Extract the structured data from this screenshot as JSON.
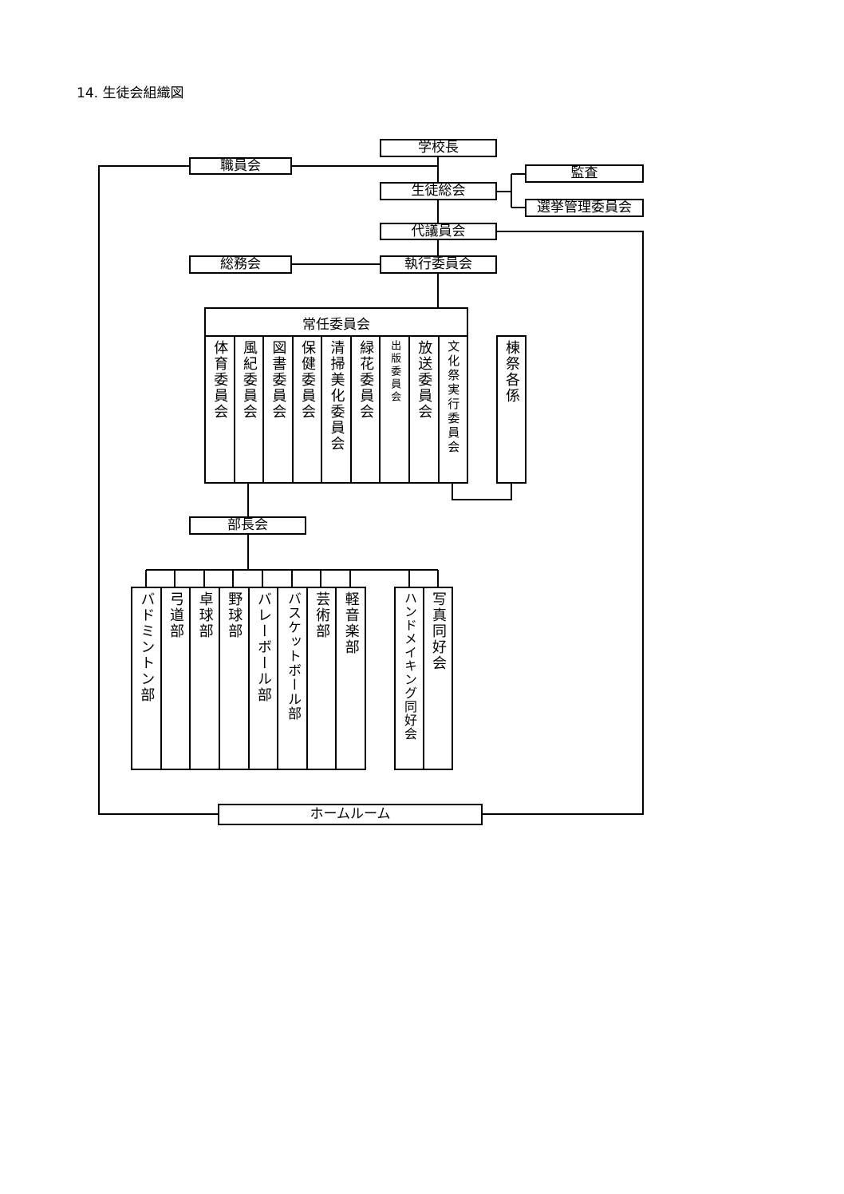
{
  "title": "14. 生徒会組織図",
  "nodes": {
    "principal": "学校長",
    "staff": "職員会",
    "general": "生徒総会",
    "audit": "監査",
    "election": "選挙管理委員会",
    "reps": "代議員会",
    "affairs": "総務会",
    "exec": "執行委員会",
    "standing": "常任委員会",
    "club_heads": "部長会",
    "homeroom": "ホームルーム"
  },
  "committees": [
    "体育委員会",
    "風紀委員会",
    "図書委員会",
    "保健委員会",
    "清掃美化委員会",
    "緑花委員会",
    "出版委員会",
    "放送委員会",
    "文化祭実行委員会"
  ],
  "dorm": "棟祭各係",
  "clubs": [
    "バドミントン部",
    "弓道部",
    "卓球部",
    "野球部",
    "バレーボール部",
    "バスケットボール部",
    "芸術部",
    "軽音楽部"
  ],
  "groups": [
    "ハンドメイキング同好会",
    "写真同好会"
  ]
}
